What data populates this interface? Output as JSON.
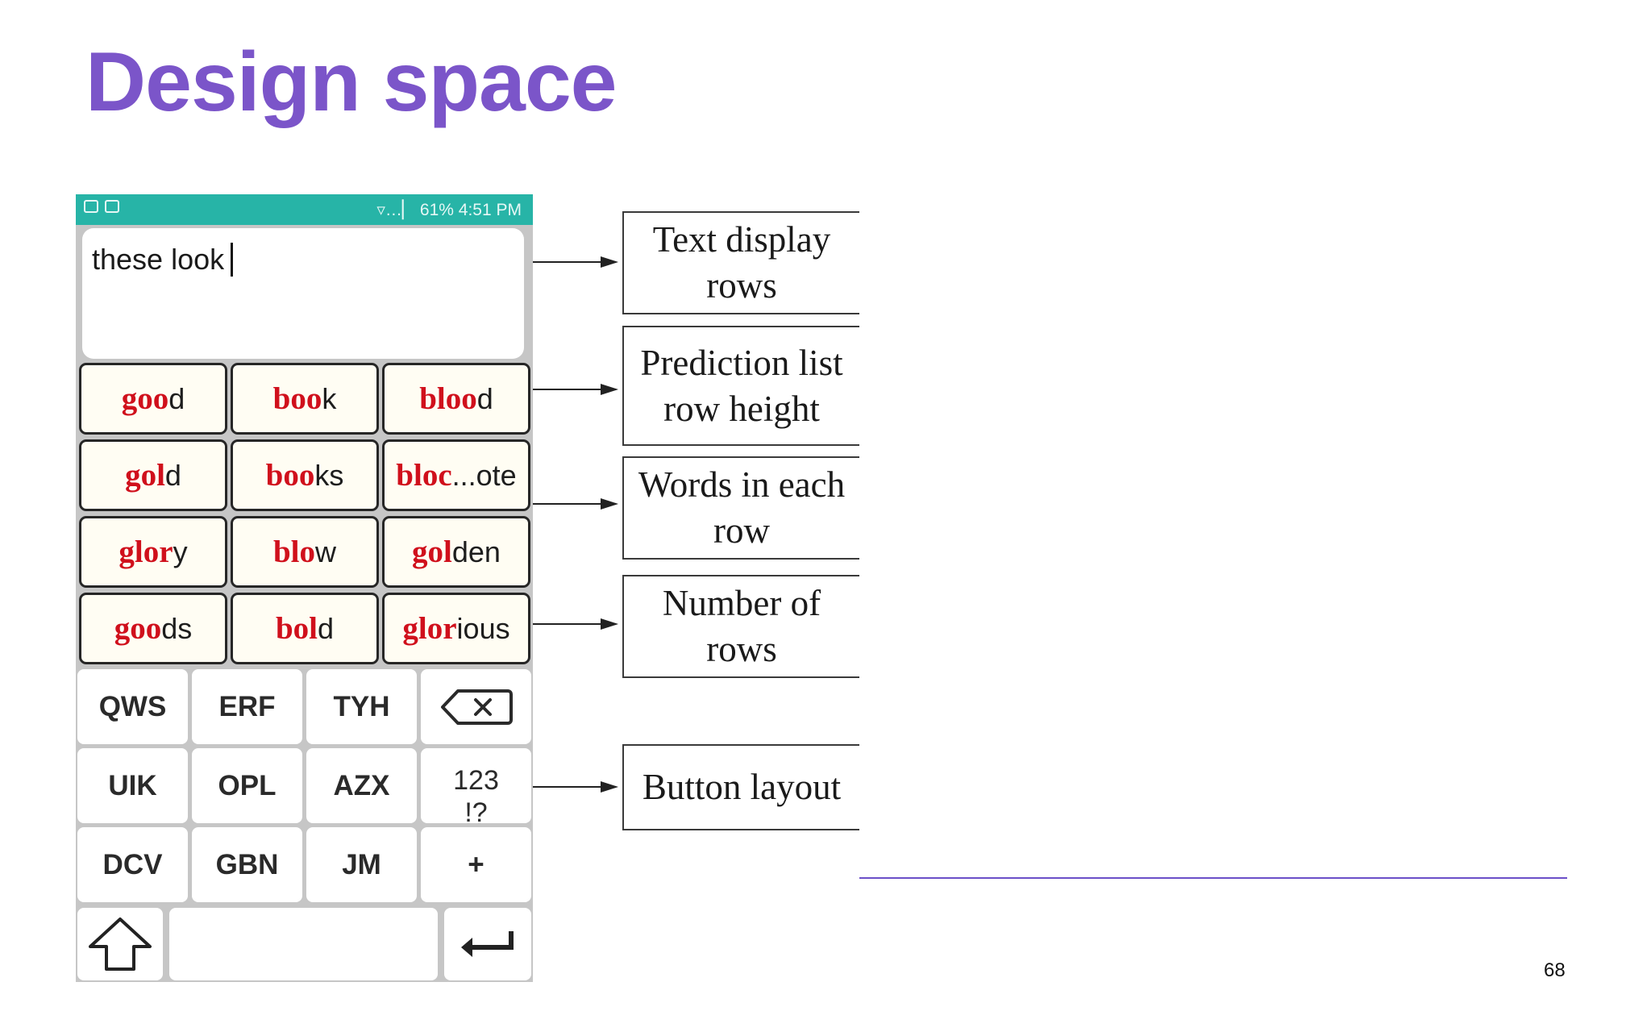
{
  "slide": {
    "title": "Design space",
    "page_number": "68",
    "accent_color": "#7b55c9",
    "rule_color": "#6b4fc8"
  },
  "phone": {
    "status_bar": {
      "left_icons": [
        "save-icon",
        "screenshot-icon"
      ],
      "right_text": "61% 4:51 PM",
      "color": "#27b4a7"
    },
    "text_display": {
      "typed_text": "these look"
    },
    "predictions": [
      {
        "prefix": "goo",
        "suffix": "d"
      },
      {
        "prefix": "boo",
        "suffix": "k"
      },
      {
        "prefix": "bloo",
        "suffix": "d"
      },
      {
        "prefix": "gol",
        "suffix": "d"
      },
      {
        "prefix": "boo",
        "suffix": "ks"
      },
      {
        "prefix": "bloc",
        "suffix": "...ote"
      },
      {
        "prefix": "glor",
        "suffix": "y"
      },
      {
        "prefix": "blo",
        "suffix": "w"
      },
      {
        "prefix": "gol",
        "suffix": "den"
      },
      {
        "prefix": "goo",
        "suffix": "ds"
      },
      {
        "prefix": "bol",
        "suffix": "d"
      },
      {
        "prefix": "glor",
        "suffix": "ious"
      }
    ],
    "prediction_prefix_color": "#d0101c",
    "keys": [
      {
        "label": "QWS"
      },
      {
        "label": "ERF"
      },
      {
        "label": "TYH"
      },
      {
        "label": "",
        "icon": "backspace-icon"
      },
      {
        "label": "UIK"
      },
      {
        "label": "OPL"
      },
      {
        "label": "AZX"
      },
      {
        "label": "123\n!?"
      },
      {
        "label": "DCV"
      },
      {
        "label": "GBN"
      },
      {
        "label": "JM"
      },
      {
        "label": "+"
      }
    ],
    "bottom_row": {
      "shift_icon": "shift-arrow-icon",
      "enter_icon": "enter-icon"
    }
  },
  "labels": [
    {
      "text": "Text display\nrows"
    },
    {
      "text": "Prediction list\nrow height"
    },
    {
      "text": "Words in each\nrow"
    },
    {
      "text": "Number of\nrows"
    },
    {
      "text": "Button layout"
    }
  ]
}
